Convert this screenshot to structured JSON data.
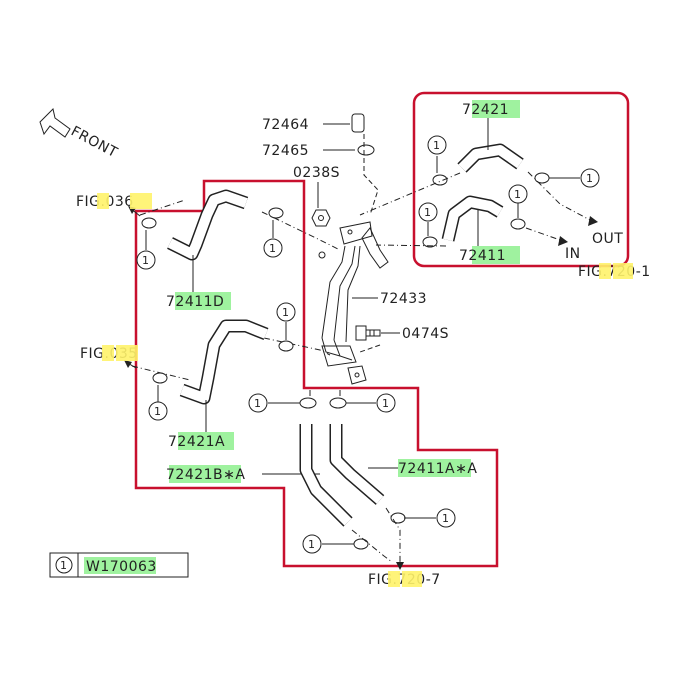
{
  "diagram": {
    "front_label": "FRONT",
    "parts": {
      "p72464": "72464",
      "p72465": "72465",
      "p0238s": "0238S",
      "p72421": "72421",
      "p72411": "72411",
      "p72411d": "72411D",
      "p72433": "72433",
      "p0474s": "0474S",
      "p72421a": "72421A",
      "p72421b": "72421B∗A",
      "p72411a": "72411A∗A"
    },
    "figs": {
      "fig036": "FIG.036",
      "fig035": "FIG.035",
      "fig720_1": "FIG.720-1",
      "fig720_7": "FIG.720-7"
    },
    "flow": {
      "out": "OUT",
      "in": "IN"
    },
    "callout_number": "1",
    "legend": {
      "number": "1",
      "part": "W170063"
    },
    "colors": {
      "outline": "#c8102e",
      "highlight_part": "#8ef08e",
      "highlight_fig": "#fff36a"
    }
  }
}
